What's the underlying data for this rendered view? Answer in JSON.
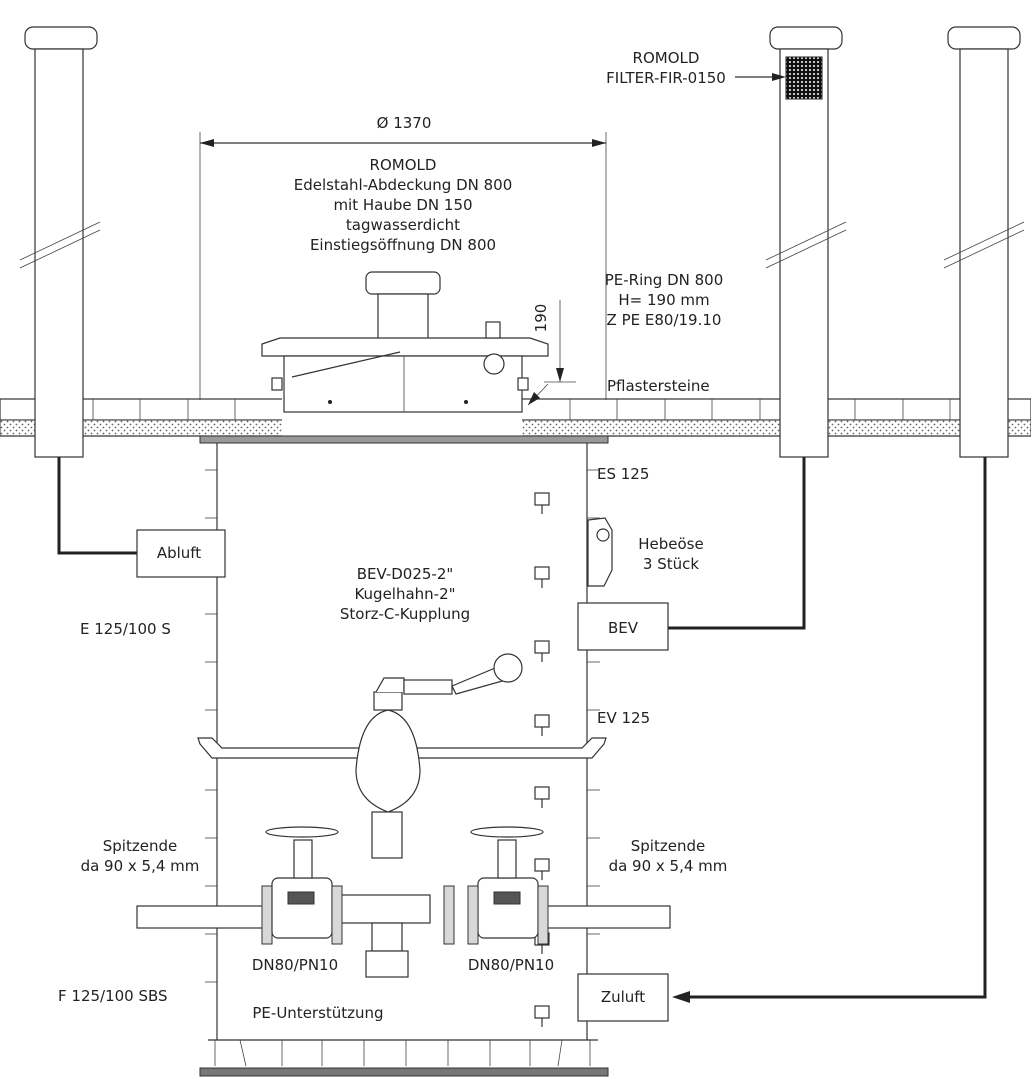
{
  "labels": {
    "diameter": "Ø 1370",
    "cover": [
      "ROMOLD",
      "Edelstahl-Abdeckung DN 800",
      "mit Haube DN 150",
      "tagwasserdicht",
      "Einstiegsöffnung DN 800"
    ],
    "filter": [
      "ROMOLD",
      "FILTER-FIR-0150"
    ],
    "ring": [
      "PE-Ring DN 800",
      "H= 190 mm",
      "Z PE E80/19.10"
    ],
    "dim190": "190",
    "pflaster": "Pflastersteine",
    "es": "ES 125",
    "hebe": [
      "Hebeöse",
      "3 Stück"
    ],
    "abluft": "Abluft",
    "bev_box": "BEV",
    "bev_text": [
      "BEV-D025-2\"",
      "Kugelhahn-2\"",
      "Storz-C-Kupplung"
    ],
    "e125": "E 125/100 S",
    "ev": "EV 125",
    "spitz_left": [
      "Spitzende",
      "da 90 x 5,4 mm"
    ],
    "spitz_right": [
      "Spitzende",
      "da 90 x 5,4 mm"
    ],
    "dn_left": "DN80/PN10",
    "dn_right": "DN80/PN10",
    "f125": "F 125/100 SBS",
    "pe_unter": "PE-Unterstützung",
    "zuluft": "Zuluft"
  }
}
